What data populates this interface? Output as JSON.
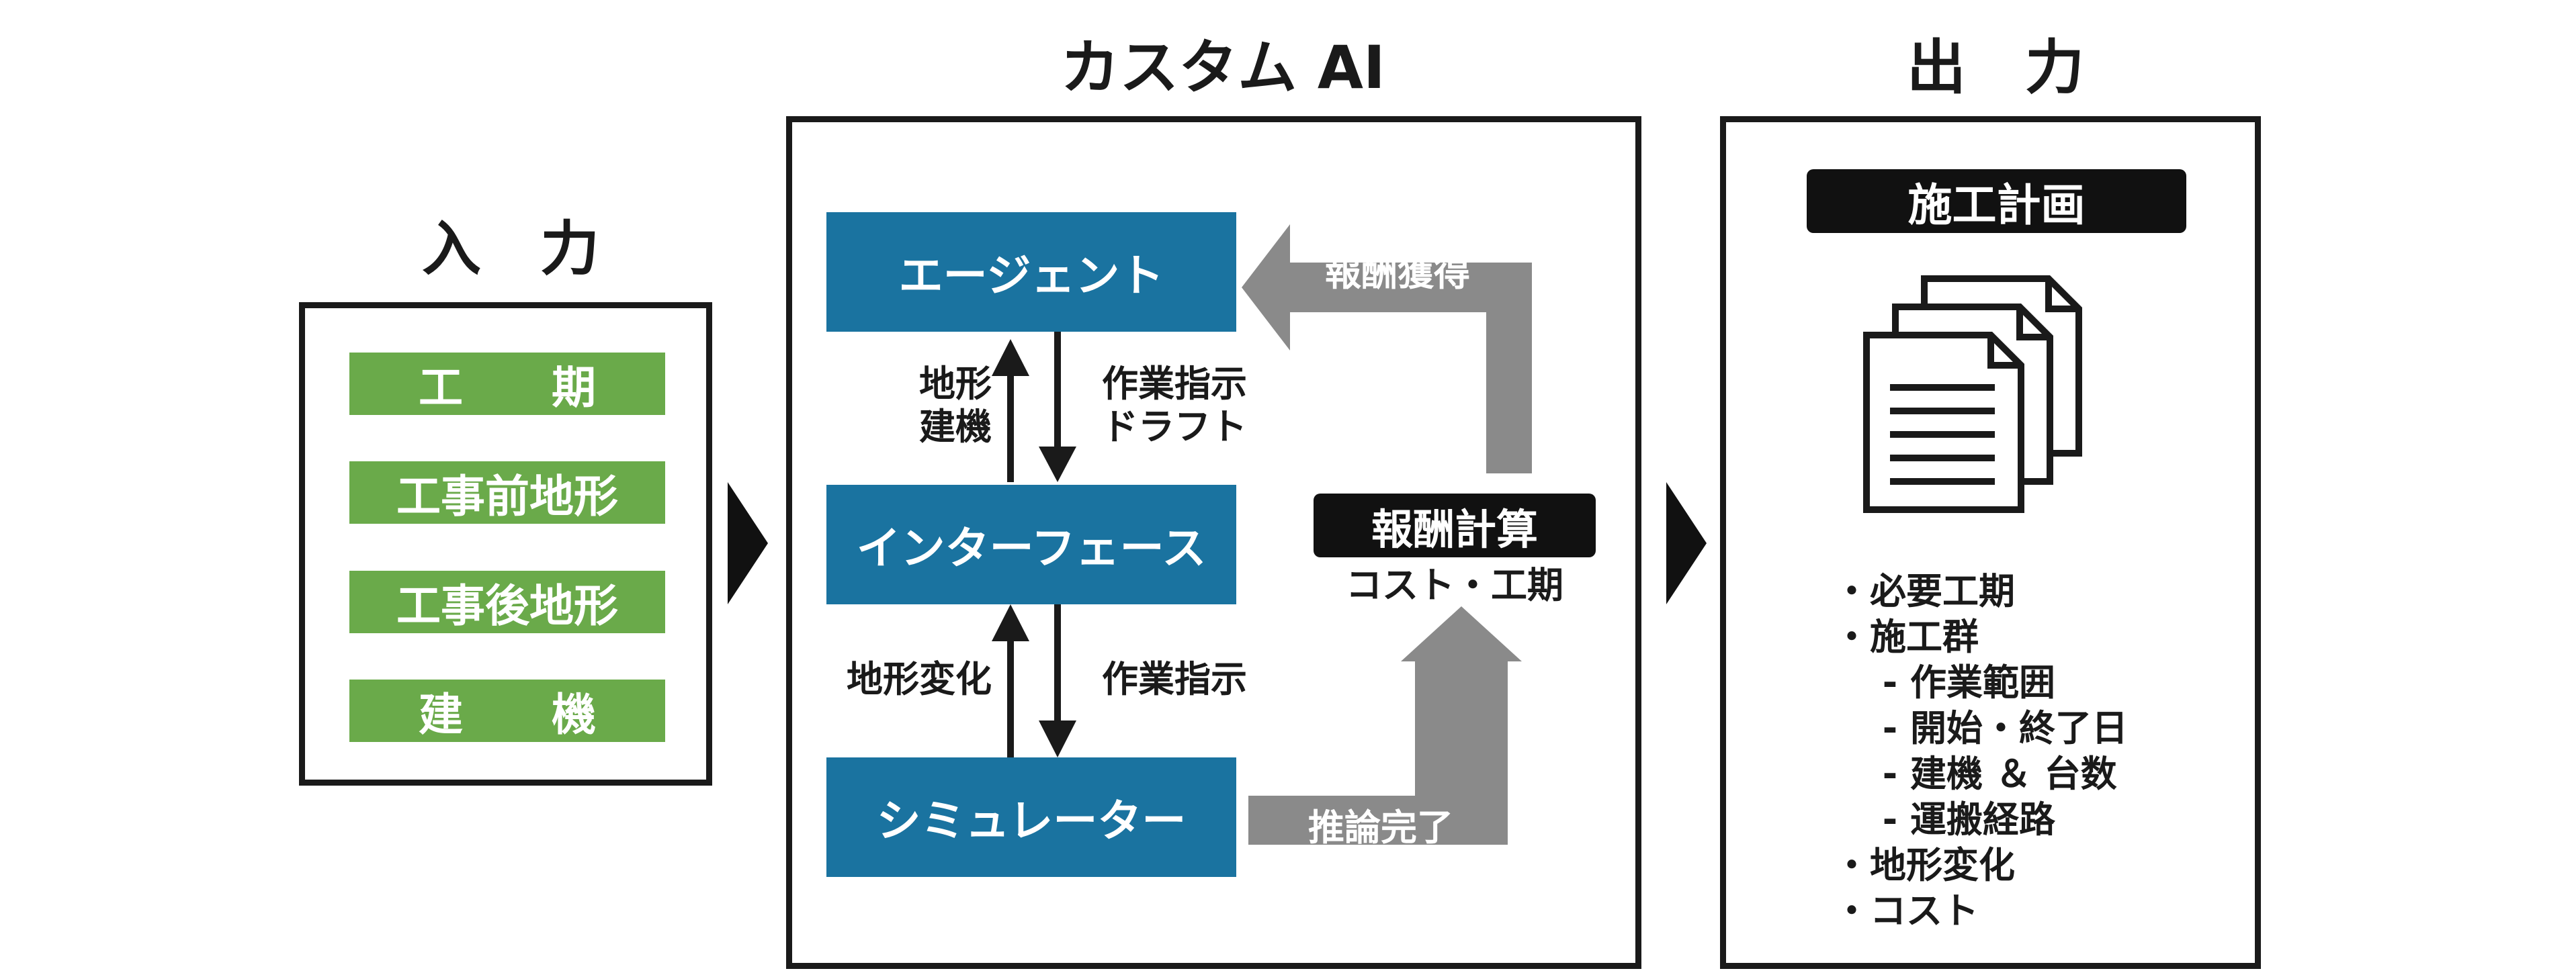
{
  "headings": {
    "input": "入　力",
    "custom_ai": "カスタム AI",
    "output": "出　力"
  },
  "input": {
    "items": [
      "工　　期",
      "工事前地形",
      "工事後地形",
      "建　　機"
    ]
  },
  "custom_ai": {
    "agent": "エージェント",
    "interface": "インターフェース",
    "simulator": "シミュレーター",
    "agent_to_interface_left": "地形\n建機",
    "agent_to_interface_right": "作業指示\nドラフト",
    "interface_to_simulator_left": "地形変化",
    "interface_to_simulator_right": "作業指示",
    "reward_acquired": "報酬獲得",
    "reward_calc": "報酬計算",
    "reward_calc_sub": "コスト・工期",
    "inference_done": "推論完了"
  },
  "output": {
    "plan_label": "施工計画",
    "document_icon": "document-stack-icon",
    "list": [
      "・必要工期",
      "・施工群",
      "　 - 作業範囲",
      "　 - 開始・終了日",
      "　 - 建機 ＆ 台数",
      "　 - 運搬経路",
      "・地形変化",
      "・コスト"
    ]
  },
  "colors": {
    "green": "#6aaa4a",
    "blue": "#1a73a0",
    "gray_arrow": "#8a8a8a",
    "frame": "#1a1a1a"
  }
}
